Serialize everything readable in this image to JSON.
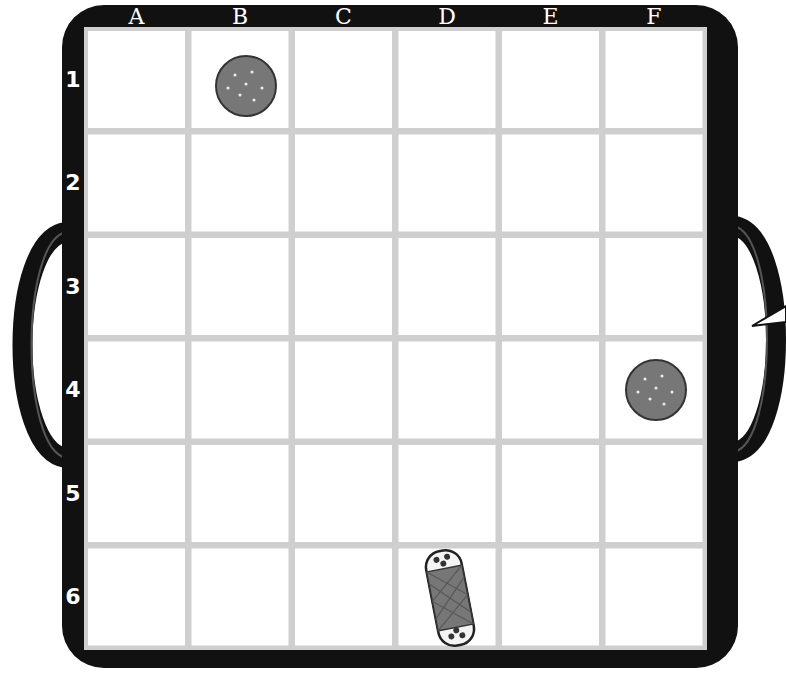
{
  "diagram": {
    "labels": [
      "A",
      "B",
      "C",
      "D",
      "E",
      "F",
      "1",
      "2",
      "3",
      "4",
      "5",
      "6"
    ]
  }
}
